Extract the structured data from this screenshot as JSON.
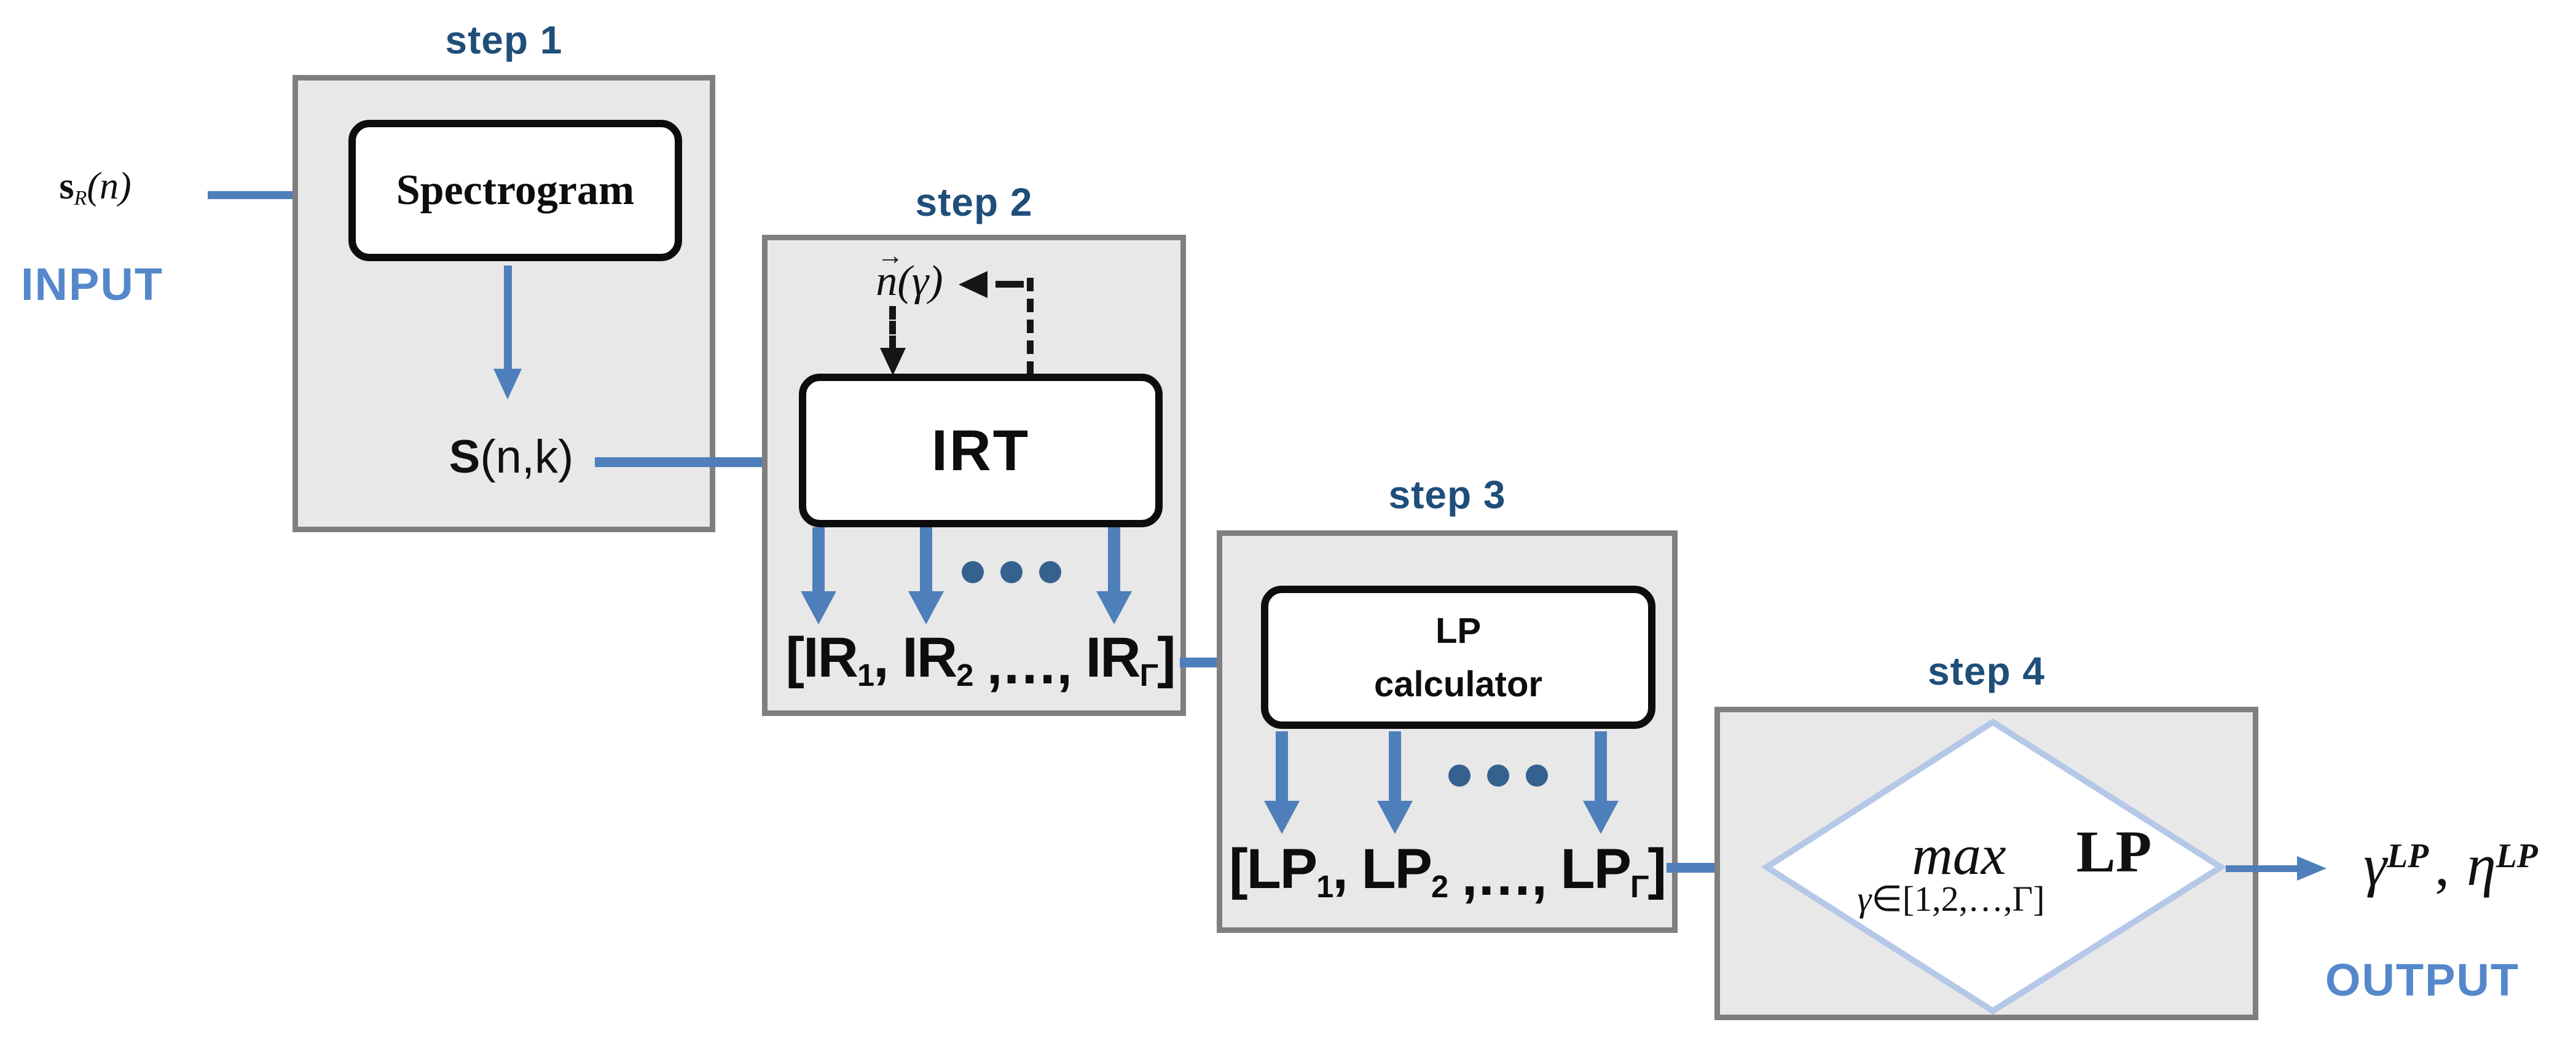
{
  "io": {
    "input_caption": "INPUT",
    "output_caption": "OUTPUT"
  },
  "signals": {
    "input_base": "s",
    "input_sub": "R",
    "input_arg": "(n)",
    "spec_out_base": "S",
    "spec_out_arg": "(n,k)",
    "noise_base": "n",
    "noise_vec": "→",
    "noise_arg": "(γ)",
    "out1_base": "γ",
    "out1_sup": "LP",
    "out_comma": ",",
    "out2_base": "η",
    "out2_sup": "LP"
  },
  "step1": {
    "title": "step 1",
    "block": "Spectrogram"
  },
  "step2": {
    "title": "step 2",
    "block": "IRT",
    "list_open": "[",
    "list_t1": "IR",
    "list_s1": "1",
    "list_c1": ", ",
    "list_t2": "IR",
    "list_s2": "2",
    "list_dots": " ,…, ",
    "list_t3": "IR",
    "list_s3": "Γ",
    "list_close": "]"
  },
  "step3": {
    "title": "step 3",
    "block_line1": "LP",
    "block_line2": "calculator",
    "list_open": "[",
    "list_t1": "LP",
    "list_s1": "1",
    "list_c1": ", ",
    "list_t2": "LP",
    "list_s2": "2",
    "list_dots": " ,…, ",
    "list_t3": "LP",
    "list_s3": "Γ",
    "list_close": "]"
  },
  "step4": {
    "title": "step 4",
    "operator": "max",
    "constraint_var": "γ",
    "constraint_rest": "∈[1,2,…,Γ]",
    "operand": "LP"
  },
  "colors": {
    "arrow_blue": "#4e7fba",
    "title_blue": "#1f4e79",
    "io_blue": "#5588cb",
    "panel_fill": "#e8e8e8",
    "panel_border": "#7f7f7f",
    "diamond_border": "#b5c8e8",
    "dots_blue": "#35618e",
    "black": "#0d0d0d"
  }
}
